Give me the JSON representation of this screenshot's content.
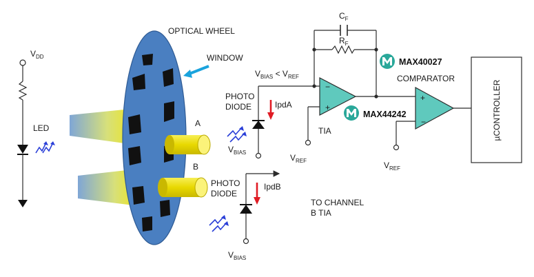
{
  "labels": {
    "optical_wheel": "OPTICAL WHEEL",
    "window": "WINDOW",
    "vdd_main": "V",
    "vdd_sub": "DD",
    "led": "LED",
    "beam_a": "A",
    "beam_b": "B",
    "photo_diode_a_line1": "PHOTO",
    "photo_diode_a_line2": "DIODE",
    "photo_diode_b_line1": "PHOTO",
    "photo_diode_b_line2": "DIODE",
    "ipda": "IpdA",
    "ipdb": "IpdB",
    "vbias_main": "V",
    "vbias_sub": "BIAS",
    "bias_cond_lt": " < V",
    "ref_sub": "REF",
    "vref_main": "V",
    "cf_main": "C",
    "cf_sub": "F",
    "rf_main": "R",
    "rf_sub": "F",
    "tia": "TIA",
    "max40027": "MAX40027",
    "comparator": "COMPARATOR",
    "max44242": "MAX44242",
    "ucontroller": "µCONTROLLER",
    "to_channel_b_line1": "TO CHANNEL",
    "to_channel_b_line2": "B TIA",
    "plus": "+",
    "minus": "−"
  },
  "colors": {
    "wheel_fill": "#4a7fc1",
    "wheel_stroke": "#2e5a93",
    "opamp_fill": "#5fc9bd",
    "logo_fill": "#2aa89a",
    "arrow_red": "#e01b24",
    "arrow_cyan": "#1aa3dd",
    "light_blue": "#2a3fd8",
    "beam_yellow": "#f2e100",
    "beam_blue": "#7fa6d6"
  },
  "icons": [
    "maxim-logo-icon",
    "resistor-icon",
    "capacitor-icon",
    "photodiode-icon",
    "led-icon",
    "ground-icon",
    "opamp-icon"
  ]
}
